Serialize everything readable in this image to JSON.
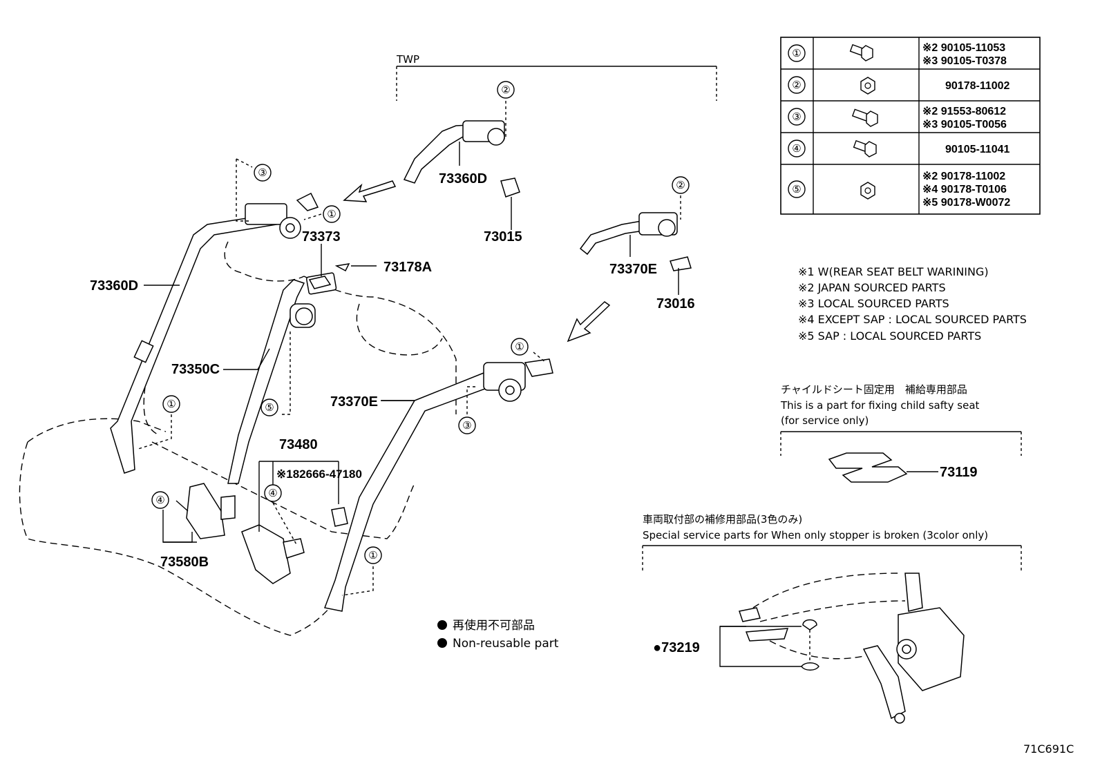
{
  "diagram_code": "71C691C",
  "twp_label": "TWP",
  "labels": {
    "p73360D_top": "73360D",
    "p73015": "73015",
    "p73373": "73373",
    "p73178A": "73178A",
    "p73360D_left": "73360D",
    "p73370E_top": "73370E",
    "p73016": "73016",
    "p73350C": "73350C",
    "p73370E_mid": "73370E",
    "p73480": "73480",
    "p82666": "※182666-47180",
    "p73580B": "73580B",
    "p73119": "73119",
    "p73219": "●73219"
  },
  "callouts": {
    "c1": "①",
    "c2": "②",
    "c3": "③",
    "c4": "④",
    "c5": "⑤"
  },
  "fastener_table": [
    {
      "num": "①",
      "icon": "bolt-icon",
      "parts": [
        "※2 90105-11053",
        "※3 90105-T0378"
      ]
    },
    {
      "num": "②",
      "icon": "nut-icon",
      "parts": [
        "90178-11002"
      ]
    },
    {
      "num": "③",
      "icon": "bolt-icon",
      "parts": [
        "※2 91553-80612",
        "※3 90105-T0056"
      ]
    },
    {
      "num": "④",
      "icon": "bolt-icon",
      "parts": [
        "90105-11041"
      ]
    },
    {
      "num": "⑤",
      "icon": "nut-icon",
      "parts": [
        "※2 90178-11002",
        "※4 90178-T0106",
        "※5 90178-W0072"
      ]
    }
  ],
  "notes": [
    "※1 W(REAR SEAT BELT WARINING)",
    "※2 JAPAN SOURCED PARTS",
    "※3 LOCAL SOURCED PARTS",
    "※4 EXCEPT SAP : LOCAL SOURCED PARTS",
    "※5 SAP : LOCAL SOURCED PARTS"
  ],
  "child_seat": {
    "jp": "チャイルドシート固定用　補給専用部品",
    "en1": "This is a part for fixing child safty seat",
    "en2": "(for service only)"
  },
  "stopper": {
    "jp": "車両取付部の補修用部品(3色のみ)",
    "en": "Special service parts for When only stopper is broken (3color only)"
  },
  "legend": {
    "jp": "再使用不可部品",
    "en": "Non-reusable part"
  }
}
